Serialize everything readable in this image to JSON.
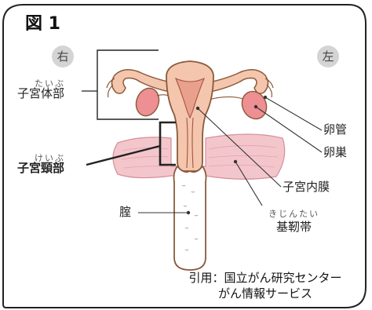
{
  "figure": {
    "title": "図 1",
    "side_right": "右",
    "side_left": "左"
  },
  "labels": {
    "body_ruby": "たいぶ",
    "body": "子宮体部",
    "cervix_ruby": "けいぶ",
    "cervix": "子宮頸部",
    "vagina": "腟",
    "tube": "卵管",
    "ovary": "卵巣",
    "endometrium": "子宮内膜",
    "ligament_ruby": "きじんたい",
    "ligament": "基靭帯"
  },
  "credit": {
    "line1": "引用：国立がん研究センター",
    "line2": "がん情報サービス"
  },
  "colors": {
    "tissue": "#f4c6ad",
    "tissue_outline": "#8a5a3a",
    "inner": "#e9a08c",
    "ovary": "#ee8f93",
    "ligament": "#f3c6cc",
    "leader": "#333333"
  }
}
